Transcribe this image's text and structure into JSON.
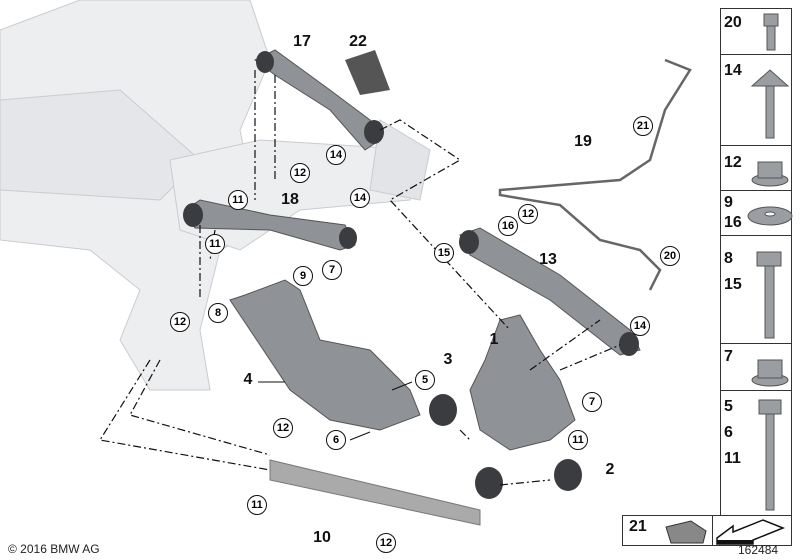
{
  "callouts": [
    {
      "label": "17",
      "style": "plain"
    },
    {
      "label": "22",
      "style": "plain"
    },
    {
      "label": "18",
      "style": "plain"
    },
    {
      "label": "19",
      "style": "plain"
    },
    {
      "label": "13",
      "style": "plain"
    },
    {
      "label": "1",
      "style": "plain"
    },
    {
      "label": "3",
      "style": "plain"
    },
    {
      "label": "4",
      "style": "plain"
    },
    {
      "label": "2",
      "style": "plain"
    },
    {
      "label": "10",
      "style": "plain"
    },
    {
      "label": "14",
      "style": "circle"
    },
    {
      "label": "12",
      "style": "circle"
    },
    {
      "label": "11",
      "style": "circle"
    },
    {
      "label": "14",
      "style": "circle"
    },
    {
      "label": "11",
      "style": "circle"
    },
    {
      "label": "9",
      "style": "circle"
    },
    {
      "label": "7",
      "style": "circle"
    },
    {
      "label": "12",
      "style": "circle"
    },
    {
      "label": "8",
      "style": "circle"
    },
    {
      "label": "21",
      "style": "circle"
    },
    {
      "label": "16",
      "style": "circle"
    },
    {
      "label": "12",
      "style": "circle"
    },
    {
      "label": "15",
      "style": "circle"
    },
    {
      "label": "20",
      "style": "circle"
    },
    {
      "label": "14",
      "style": "circle"
    },
    {
      "label": "5",
      "style": "circle"
    },
    {
      "label": "7",
      "style": "circle"
    },
    {
      "label": "6",
      "style": "circle"
    },
    {
      "label": "11",
      "style": "circle"
    },
    {
      "label": "12",
      "style": "circle"
    },
    {
      "label": "11",
      "style": "circle"
    },
    {
      "label": "12",
      "style": "circle"
    }
  ],
  "parts_legend": [
    {
      "labels": [
        "20"
      ],
      "icon": "socket-cap-screw"
    },
    {
      "labels": [
        "14"
      ],
      "icon": "eccentric-bolt"
    },
    {
      "labels": [
        "12"
      ],
      "icon": "flange-nut"
    },
    {
      "labels": [
        "9",
        "16"
      ],
      "icon": "eccentric-washer"
    },
    {
      "labels": [
        "8",
        "15"
      ],
      "icon": "hex-flange-bolt"
    },
    {
      "labels": [
        "7"
      ],
      "icon": "flange-nut"
    },
    {
      "labels": [
        "5",
        "6",
        "11"
      ],
      "icon": "hex-flange-bolt"
    }
  ],
  "clip_box": {
    "label": "21",
    "icon": "cable-clip"
  },
  "direction_icon": "front-arrow",
  "copyright": "© 2016 BMW AG",
  "diagram_number": "162484"
}
